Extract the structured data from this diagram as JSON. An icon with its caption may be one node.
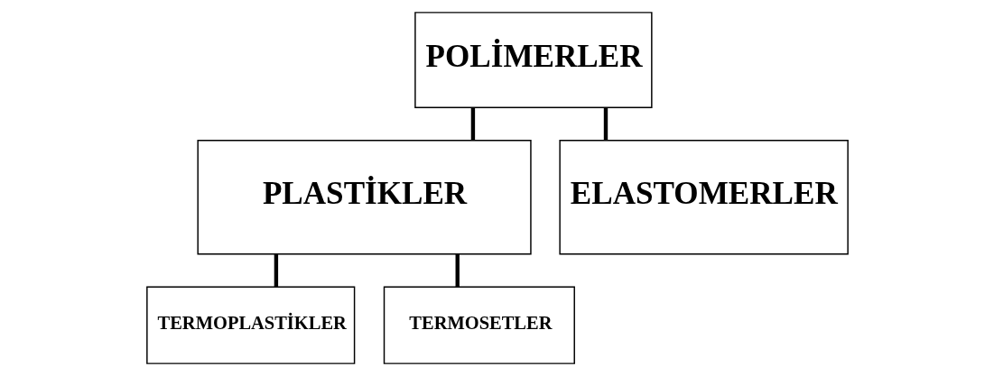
{
  "diagram": {
    "nodes": [
      {
        "text": [
          "POLİMERLER"
        ]
      },
      {
        "text": [
          "PLASTİKLER"
        ]
      },
      {
        "text": [
          "ELASTOMERLER"
        ]
      },
      {
        "text": [
          "TERMOPLASTİKLER"
        ]
      },
      {
        "text": [
          "TERMOSETLER"
        ]
      }
    ],
    "edges": [
      {
        "from": 0,
        "to": 1,
        "arrow": "none"
      },
      {
        "from": 0,
        "to": 2,
        "arrow": "none"
      },
      {
        "from": 1,
        "to": 3,
        "arrow": "none"
      },
      {
        "from": 1,
        "to": 4,
        "arrow": "none"
      }
    ]
  }
}
